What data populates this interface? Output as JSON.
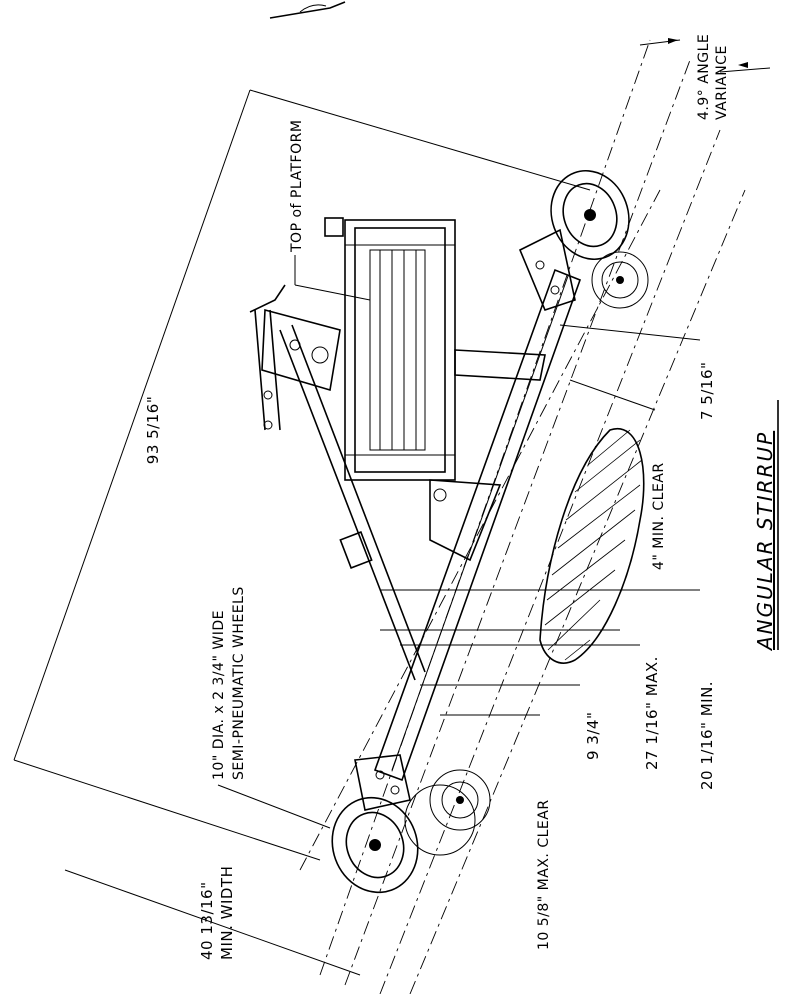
{
  "diagram": {
    "title": "ANGULAR STIRRUP",
    "labels": {
      "overall_length": "93 5/16\"",
      "min_width": "40 13/16\"",
      "min_width_note": "MIN. WIDTH",
      "angle": "4.9° ANGLE",
      "angle_note": "VARIANCE",
      "top_platform": "TOP of PLATFORM",
      "wheels_line1": "10\" DIA. x 2 3/4\" WIDE",
      "wheels_line2": "SEMI-PNEUMATIC WHEELS",
      "dim_7_5_16": "7 5/16\"",
      "min_clear_4": "4\" MIN. CLEAR",
      "dim_20_1_16": "20 1/16\" MIN.",
      "dim_27_1_16": "27 1/16\" MAX.",
      "dim_9_3_4": "9 3/4\"",
      "max_clear": "10 5/8\" MAX. CLEAR"
    }
  }
}
